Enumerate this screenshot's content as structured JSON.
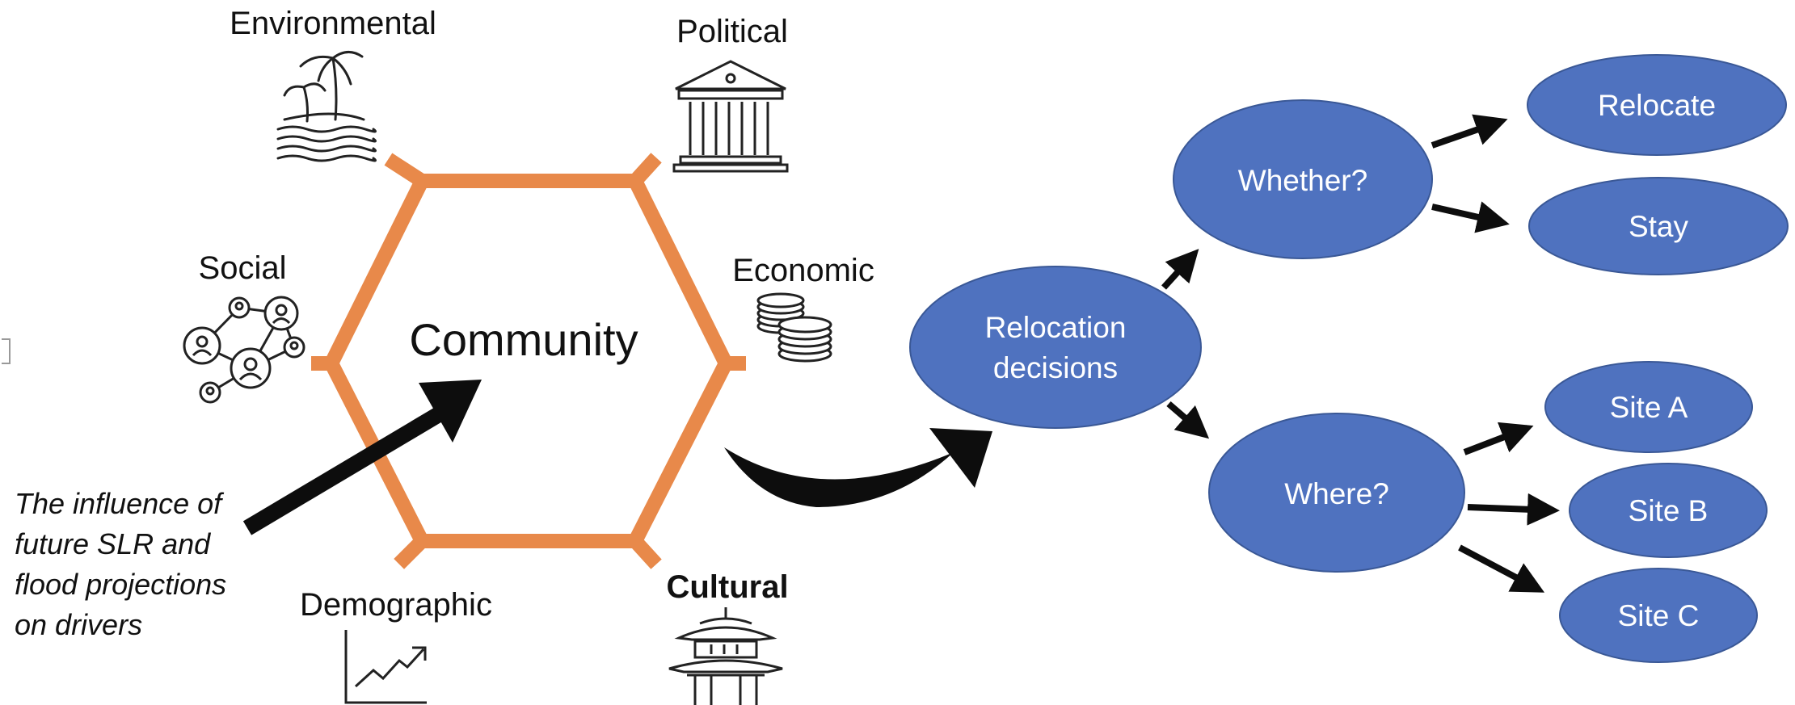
{
  "center": {
    "label": "Community"
  },
  "drivers": {
    "environmental": "Environmental",
    "political": "Political",
    "social": "Social",
    "economic": "Economic",
    "demographic": "Demographic",
    "cultural": "Cultural"
  },
  "influence_note": {
    "lines": [
      "The influence of",
      "future SLR and",
      "flood projections",
      "on drivers"
    ]
  },
  "decision_tree": {
    "root": {
      "line1": "Relocation",
      "line2": "decisions"
    },
    "whether": "Whether?",
    "where": "Where?",
    "relocate": "Relocate",
    "stay": "Stay",
    "site_a": "Site A",
    "site_b": "Site B",
    "site_c": "Site C"
  },
  "colors": {
    "hexagon": "#e8894a",
    "ellipse_fill": "#4f72bf",
    "ellipse_stroke": "#3a5896",
    "arrow": "#0d0d0d"
  },
  "icons": {
    "environmental": "palm-island-icon",
    "political": "government-building-icon",
    "social": "people-network-icon",
    "economic": "coin-stack-icon",
    "demographic": "growth-chart-icon",
    "cultural": "pagoda-icon"
  }
}
